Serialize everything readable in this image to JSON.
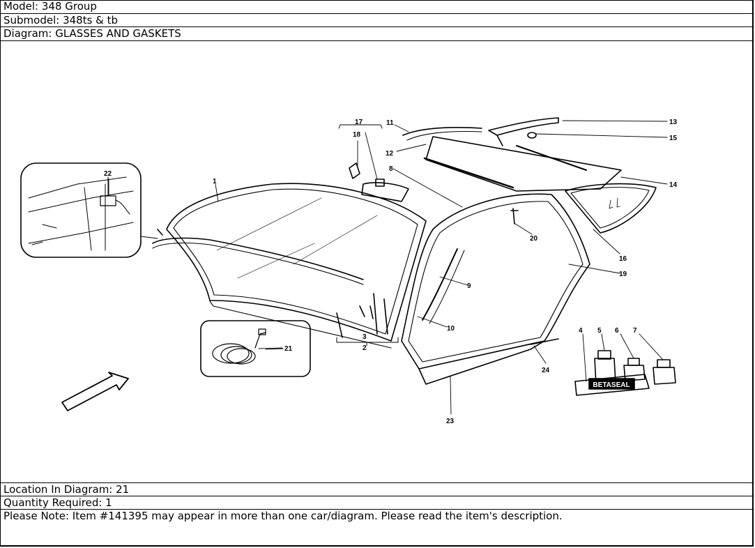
{
  "header": {
    "model": "Model: 348 Group",
    "submodel": "Submodel: 348ts & tb",
    "diagram": "Diagram: GLASSES AND GASKETS"
  },
  "diagram": {
    "callouts": [
      "1",
      "2",
      "3",
      "4",
      "5",
      "6",
      "7",
      "8",
      "9",
      "10",
      "11",
      "12",
      "13",
      "14",
      "15",
      "16",
      "17",
      "18",
      "19",
      "20",
      "21",
      "22",
      "23",
      "24"
    ],
    "product_label": "BETASEAL"
  },
  "footer": {
    "location": "Location In Diagram: 21",
    "quantity": "Quantity Required: 1",
    "note": "Please Note: Item #141395 may appear in more than one car/diagram. Please read the item's description."
  }
}
